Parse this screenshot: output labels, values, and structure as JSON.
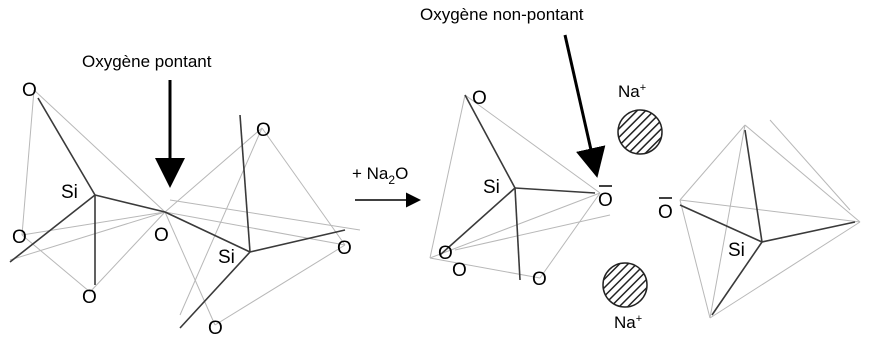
{
  "labels": {
    "bridging_oxygen": "Oxygène pontant",
    "non_bridging_oxygen": "Oxygène non-pontant",
    "reagent_prefix": "+ Na",
    "reagent_subscript": "2",
    "reagent_suffix": "O",
    "silicon": "Si",
    "oxygen": "O",
    "sodium_ion_symbol": "Na",
    "sodium_ion_charge": "+"
  }
}
